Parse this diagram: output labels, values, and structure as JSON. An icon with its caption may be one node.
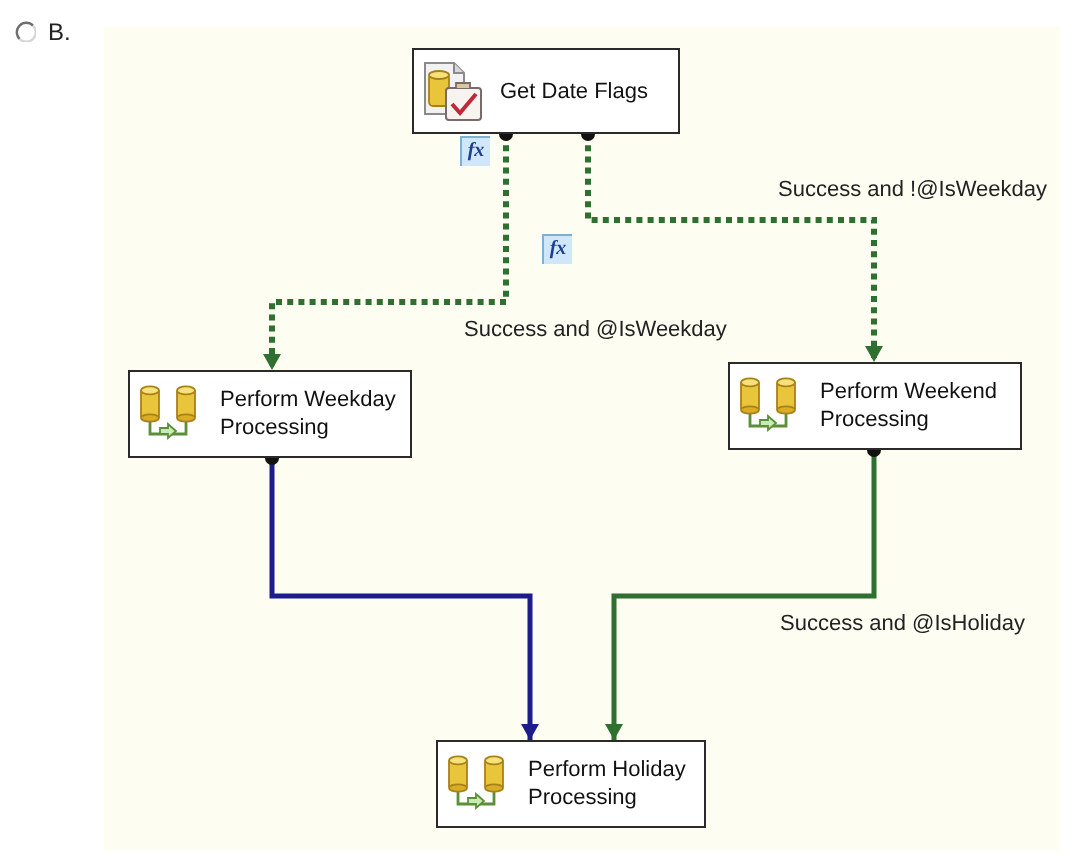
{
  "diagram": {
    "nodes": [
      {
        "text": [
          "Get Date Flags"
        ]
      },
      {
        "text": [
          "Perform Weekday Processing"
        ]
      },
      {
        "text": [
          "Perform Weekend Processing"
        ]
      },
      {
        "text": [
          "Perform Holiday Processing"
        ]
      }
    ],
    "edges": [
      {
        "from": 0,
        "to": 1,
        "arrow": "to",
        "label": "Success and @IsWeekday",
        "style": "dashed"
      },
      {
        "from": 0,
        "to": 2,
        "arrow": "to",
        "label": "Success and !@IsWeekday",
        "style": "dashed"
      },
      {
        "from": 1,
        "to": 3,
        "arrow": "to",
        "color": "#1c1c8c"
      },
      {
        "from": 2,
        "to": 3,
        "arrow": "to",
        "label": "Success and @IsHoliday"
      }
    ],
    "labels": [
      "B.",
      "fx",
      "fx"
    ]
  }
}
